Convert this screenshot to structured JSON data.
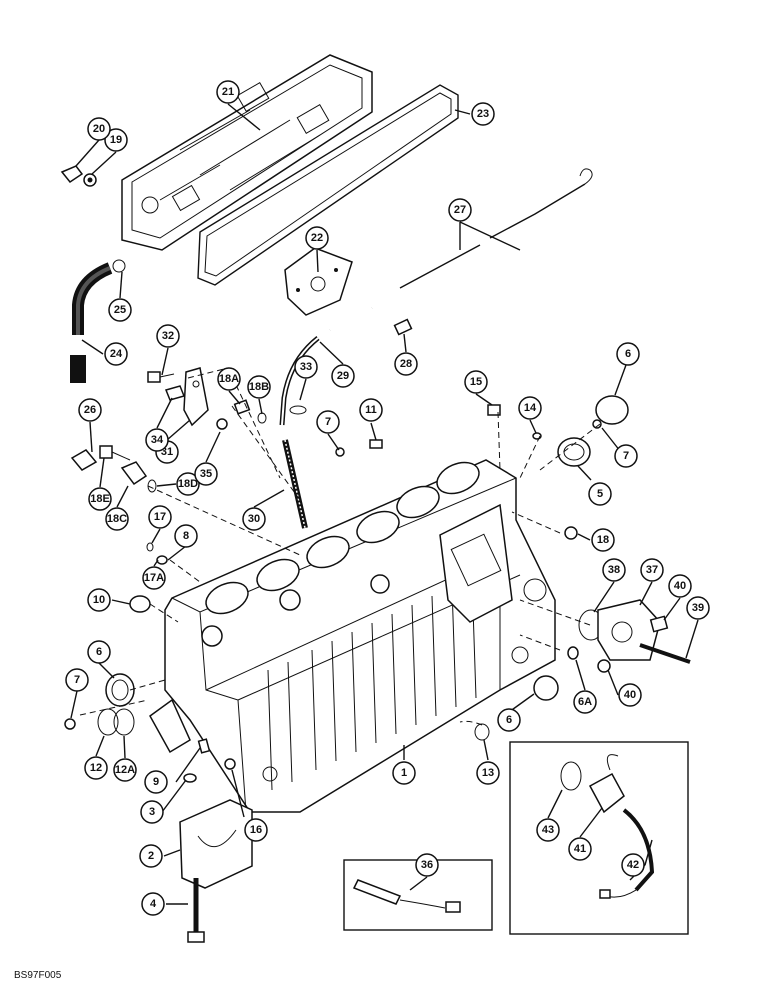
{
  "figure_code": "BS97F005",
  "callouts": [
    {
      "id": "c1",
      "label": "1"
    },
    {
      "id": "c2",
      "label": "2"
    },
    {
      "id": "c3",
      "label": "3"
    },
    {
      "id": "c4",
      "label": "4"
    },
    {
      "id": "c5",
      "label": "5"
    },
    {
      "id": "c6a",
      "label": "6"
    },
    {
      "id": "c6b",
      "label": "6"
    },
    {
      "id": "c6c",
      "label": "6"
    },
    {
      "id": "c6A",
      "label": "6A"
    },
    {
      "id": "c7a",
      "label": "7"
    },
    {
      "id": "c7b",
      "label": "7"
    },
    {
      "id": "c7c",
      "label": "7"
    },
    {
      "id": "c8",
      "label": "8"
    },
    {
      "id": "c9",
      "label": "9"
    },
    {
      "id": "c10",
      "label": "10"
    },
    {
      "id": "c11",
      "label": "11"
    },
    {
      "id": "c12",
      "label": "12"
    },
    {
      "id": "c12A",
      "label": "12A"
    },
    {
      "id": "c13",
      "label": "13"
    },
    {
      "id": "c14",
      "label": "14"
    },
    {
      "id": "c15",
      "label": "15"
    },
    {
      "id": "c16",
      "label": "16"
    },
    {
      "id": "c17",
      "label": "17"
    },
    {
      "id": "c17A",
      "label": "17A"
    },
    {
      "id": "c18",
      "label": "18"
    },
    {
      "id": "c18A",
      "label": "18A"
    },
    {
      "id": "c18B",
      "label": "18B"
    },
    {
      "id": "c18C",
      "label": "18C"
    },
    {
      "id": "c18D",
      "label": "18D"
    },
    {
      "id": "c18E",
      "label": "18E"
    },
    {
      "id": "c19",
      "label": "19"
    },
    {
      "id": "c20",
      "label": "20"
    },
    {
      "id": "c21",
      "label": "21"
    },
    {
      "id": "c22",
      "label": "22"
    },
    {
      "id": "c23",
      "label": "23"
    },
    {
      "id": "c24",
      "label": "24"
    },
    {
      "id": "c25",
      "label": "25"
    },
    {
      "id": "c26",
      "label": "26"
    },
    {
      "id": "c27",
      "label": "27"
    },
    {
      "id": "c28",
      "label": "28"
    },
    {
      "id": "c29",
      "label": "29"
    },
    {
      "id": "c30",
      "label": "30"
    },
    {
      "id": "c31",
      "label": "31"
    },
    {
      "id": "c32",
      "label": "32"
    },
    {
      "id": "c33",
      "label": "33"
    },
    {
      "id": "c34",
      "label": "34"
    },
    {
      "id": "c35",
      "label": "35"
    },
    {
      "id": "c36",
      "label": "36"
    },
    {
      "id": "c37",
      "label": "37"
    },
    {
      "id": "c38",
      "label": "38"
    },
    {
      "id": "c39",
      "label": "39"
    },
    {
      "id": "c40a",
      "label": "40"
    },
    {
      "id": "c40b",
      "label": "40"
    },
    {
      "id": "c41",
      "label": "41"
    },
    {
      "id": "c42",
      "label": "42"
    },
    {
      "id": "c43",
      "label": "43"
    }
  ]
}
